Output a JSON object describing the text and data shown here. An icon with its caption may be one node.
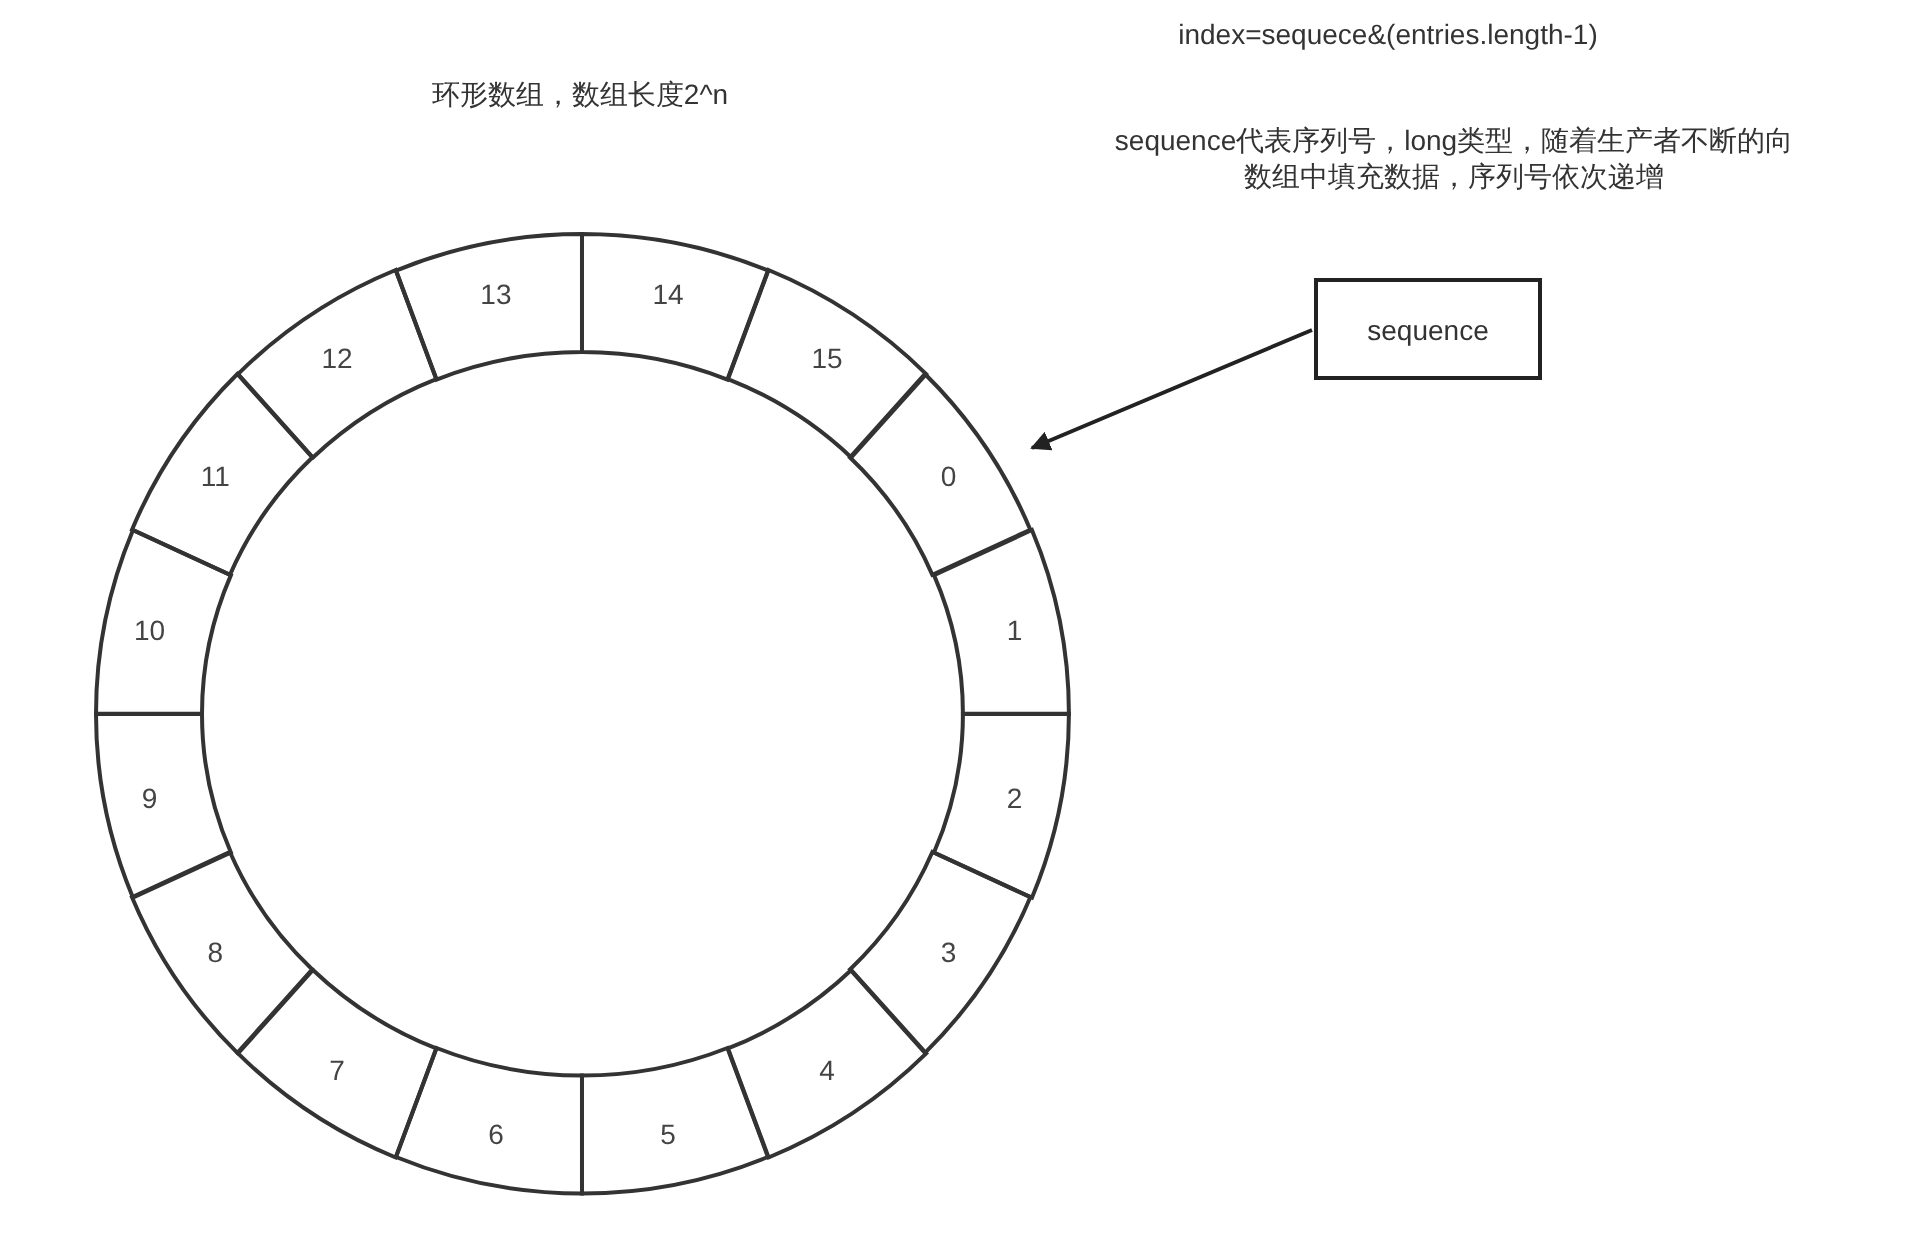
{
  "diagram": {
    "nodes": [
      {
        "text": [
          "0"
        ]
      },
      {
        "text": [
          "1"
        ]
      },
      {
        "text": [
          "2"
        ]
      },
      {
        "text": [
          "3"
        ]
      },
      {
        "text": [
          "4"
        ]
      },
      {
        "text": [
          "5"
        ]
      },
      {
        "text": [
          "6"
        ]
      },
      {
        "text": [
          "7"
        ]
      },
      {
        "text": [
          "8"
        ]
      },
      {
        "text": [
          "9"
        ]
      },
      {
        "text": [
          "10"
        ]
      },
      {
        "text": [
          "11"
        ]
      },
      {
        "text": [
          "12"
        ]
      },
      {
        "text": [
          "13"
        ]
      },
      {
        "text": [
          "14"
        ]
      },
      {
        "text": [
          "15"
        ]
      },
      {
        "text": [
          "sequence"
        ]
      }
    ],
    "edges": [
      {
        "from": 16,
        "to": 0,
        "arrow": "to"
      }
    ],
    "labels": [
      "index=sequece&(entries.length-1)",
      "环形数组，数组长度2^n",
      "sequence代表序列号，long类型，随着生产者不断的向数组中填充数据，序列号依次递增"
    ]
  }
}
